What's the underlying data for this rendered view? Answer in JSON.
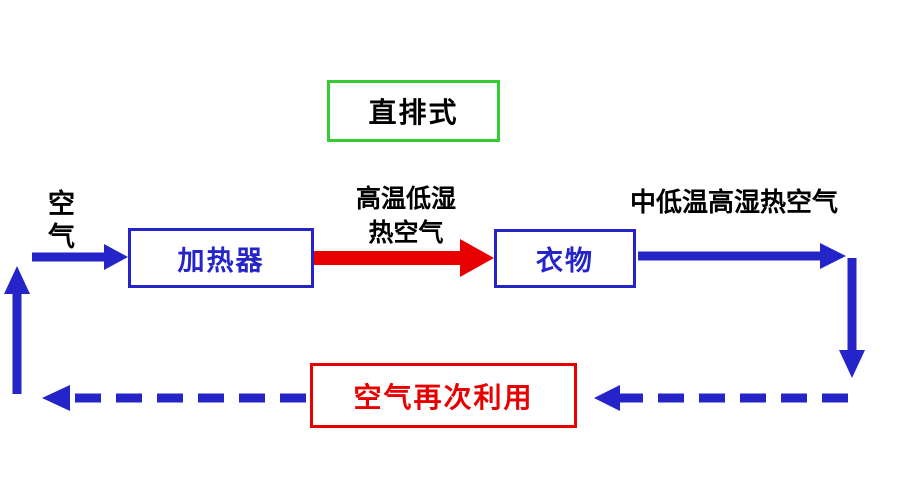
{
  "title": {
    "label": "直排式"
  },
  "nodes": {
    "heater": {
      "label": "加热器"
    },
    "clothes": {
      "label": "衣物"
    },
    "reuse": {
      "label": "空气再次利用"
    }
  },
  "labels": {
    "inlet_air": "空气",
    "hot_dry_air": "高温低湿热空气",
    "humid_air": "中低温高湿热空气"
  },
  "colors": {
    "flow-blue": "#2424c8",
    "hot-red": "#e80000",
    "title-green": "#33cc33",
    "text-black": "#000000",
    "bg": "#ffffff"
  }
}
